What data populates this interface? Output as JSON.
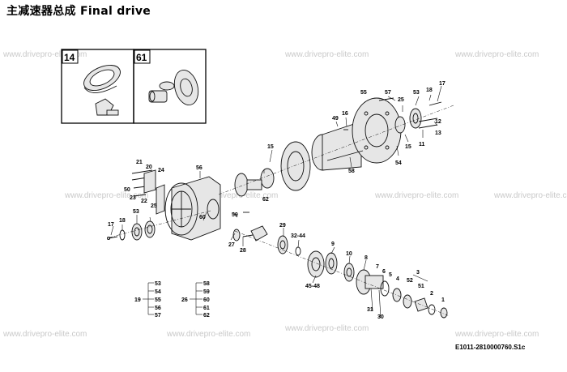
{
  "header": {
    "title": "主减速器总成 Final drive"
  },
  "footer": {
    "drawing_code": "E1011-2810000760.S1c"
  },
  "watermark": "www.drivepro-elite.com",
  "inset_boxes": [
    {
      "number": "14"
    },
    {
      "number": "61"
    }
  ],
  "callouts": {
    "c1": "1",
    "c2": "2",
    "c3": "3",
    "c4": "4",
    "c5": "5",
    "c6": "6",
    "c7": "7",
    "c8": "8",
    "c9": "9",
    "c10": "10",
    "c11": "11",
    "c12": "12",
    "c13": "13",
    "c15": "15",
    "c16": "16",
    "c17a": "17",
    "c17b": "17",
    "c18a": "18",
    "c18b": "18",
    "c20": "20",
    "c21": "21",
    "c22": "22",
    "c23": "23",
    "c24": "24",
    "c25a": "25",
    "c25b": "25",
    "c27": "27",
    "c28": "28",
    "c29": "29",
    "c3244": "32-44",
    "c4548": "45-48",
    "c30": "30",
    "c31": "31",
    "c49": "49",
    "c50": "50",
    "c51": "51",
    "c52": "52",
    "c53a": "53",
    "c53b": "53",
    "c54": "54",
    "c55": "55",
    "c56": "56",
    "c57": "57",
    "c58": "58",
    "c59": "59",
    "c60": "60",
    "c62": "62"
  },
  "groups": [
    {
      "parent": "19",
      "members": [
        "53",
        "54",
        "55",
        "56",
        "57"
      ]
    },
    {
      "parent": "26",
      "members": [
        "58",
        "59",
        "60",
        "61",
        "62"
      ]
    }
  ]
}
